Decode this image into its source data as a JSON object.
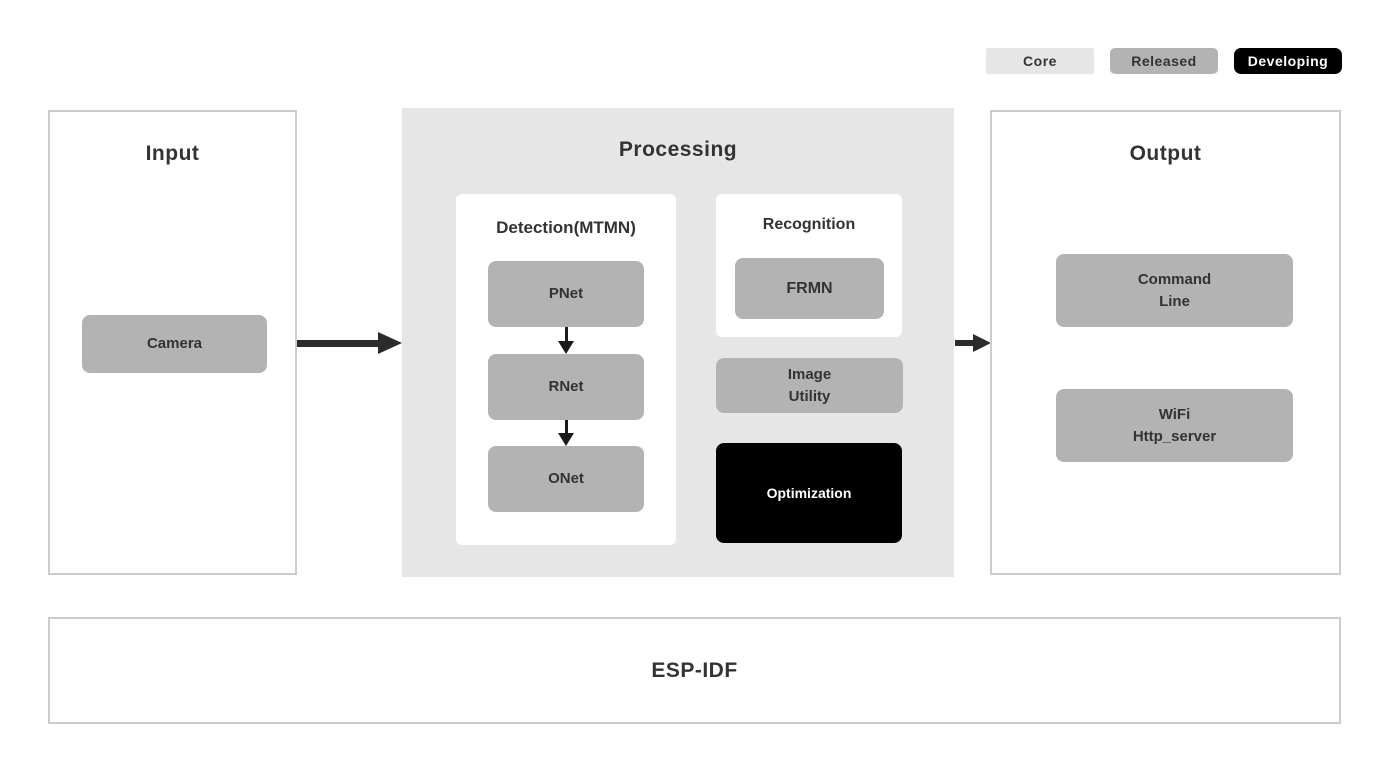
{
  "colors": {
    "background": "#ffffff",
    "panel_border": "#cccccc",
    "processing_background": "#e6e6e6",
    "node_gray": "#b3b3b3",
    "node_black": "#000000",
    "text_dark": "#333333",
    "text_light": "#ffffff",
    "arrow": "#2b2b2b"
  },
  "legend": {
    "core": "Core",
    "released": "Released",
    "developing": "Developing"
  },
  "input": {
    "title": "Input",
    "camera": "Camera"
  },
  "processing": {
    "title": "Processing",
    "detection": {
      "title": "Detection(MTMN)",
      "nodes": [
        "PNet",
        "RNet",
        "ONet"
      ]
    },
    "recognition": {
      "title": "Recognition",
      "frmn": "FRMN"
    },
    "image_utility": "Image\nUtility",
    "optimization": "Optimization"
  },
  "output": {
    "title": "Output",
    "command_line": "Command\nLine",
    "wifi_http_server": "WiFi\nHttp_server"
  },
  "foundation": {
    "title": "ESP-IDF"
  }
}
